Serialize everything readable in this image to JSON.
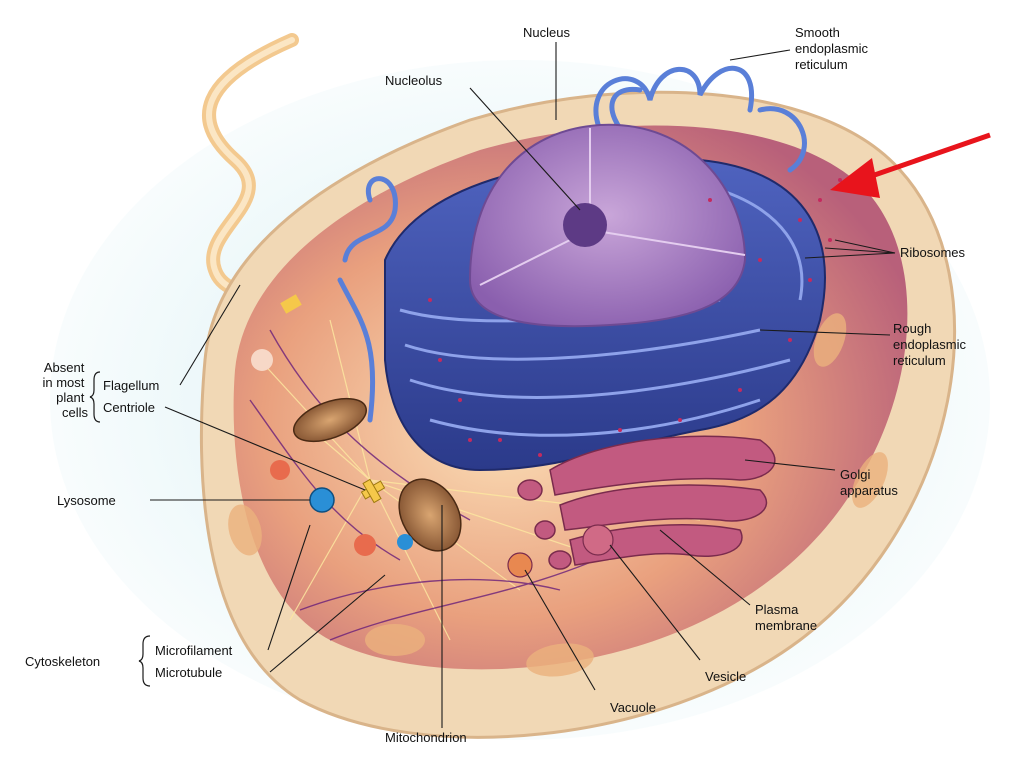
{
  "labels": {
    "nucleus": "Nucleus",
    "nucleolus": "Nucleolus",
    "smooth_er": [
      "Smooth",
      "endoplasmic",
      "reticulum"
    ],
    "ribosomes": "Ribosomes",
    "rough_er": [
      "Rough",
      "endoplasmic",
      "reticulum"
    ],
    "golgi": [
      "Golgi",
      "apparatus"
    ],
    "plasma_membrane": [
      "Plasma",
      "membrane"
    ],
    "vesicle": "Vesicle",
    "vacuole": "Vacuole",
    "mitochondrion": "Mitochondrion",
    "microfilament": "Microfilament",
    "microtubule": "Microtubule",
    "cytoskeleton": "Cytoskeleton",
    "lysosome": "Lysosome",
    "centriole": "Centriole",
    "flagellum": "Flagellum",
    "absent_note": [
      "Absent",
      "in most",
      "plant",
      "cells"
    ]
  },
  "colors": {
    "arrow": "#e8141c",
    "rough_er": "#3b4fa8",
    "smooth_er": "#5a7fd8",
    "nucleus": "#a77fc3",
    "golgi": "#b04a6e",
    "cytoplasm": "#e9a07e",
    "membrane": "#f1d8b5",
    "background_glow": "#d6eff3"
  }
}
